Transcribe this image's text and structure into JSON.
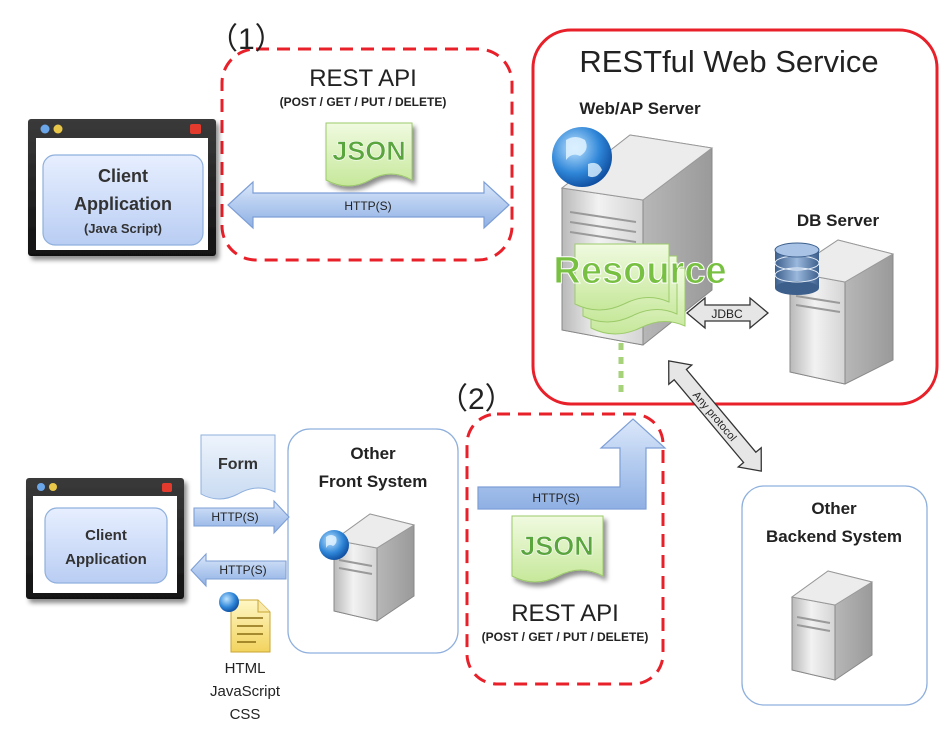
{
  "labels": {
    "marker_1": "（1）",
    "marker_2": "（2）",
    "rest_api": "REST API",
    "methods": "(POST / GET / PUT / DELETE)",
    "json": "JSON",
    "https": "HTTP(S)",
    "jdbc": "JDBC",
    "any_protocol": "Any protocol",
    "resource": "Resource",
    "form": "Form"
  },
  "client_top": {
    "line1": "Client",
    "line2": "Application",
    "line3": "(Java Script)"
  },
  "client_bottom": {
    "line1": "Client",
    "line2": "Application"
  },
  "restful": {
    "title": "RESTful Web Service",
    "web_ap_server": "Web/AP Server",
    "db_server": "DB Server"
  },
  "other_front": {
    "line1": "Other",
    "line2": "Front System"
  },
  "other_backend": {
    "line1": "Other",
    "line2": "Backend System"
  },
  "static_files": [
    "HTML",
    "JavaScript",
    "CSS"
  ],
  "colors": {
    "dashed_border": "#e8202a",
    "service_border": "#e8202a",
    "arrow_fill": "#b6cdf0",
    "arrow_stroke": "#7d9fd6",
    "json_green": "#5aa53d",
    "box_border": "#8fb0dd"
  }
}
